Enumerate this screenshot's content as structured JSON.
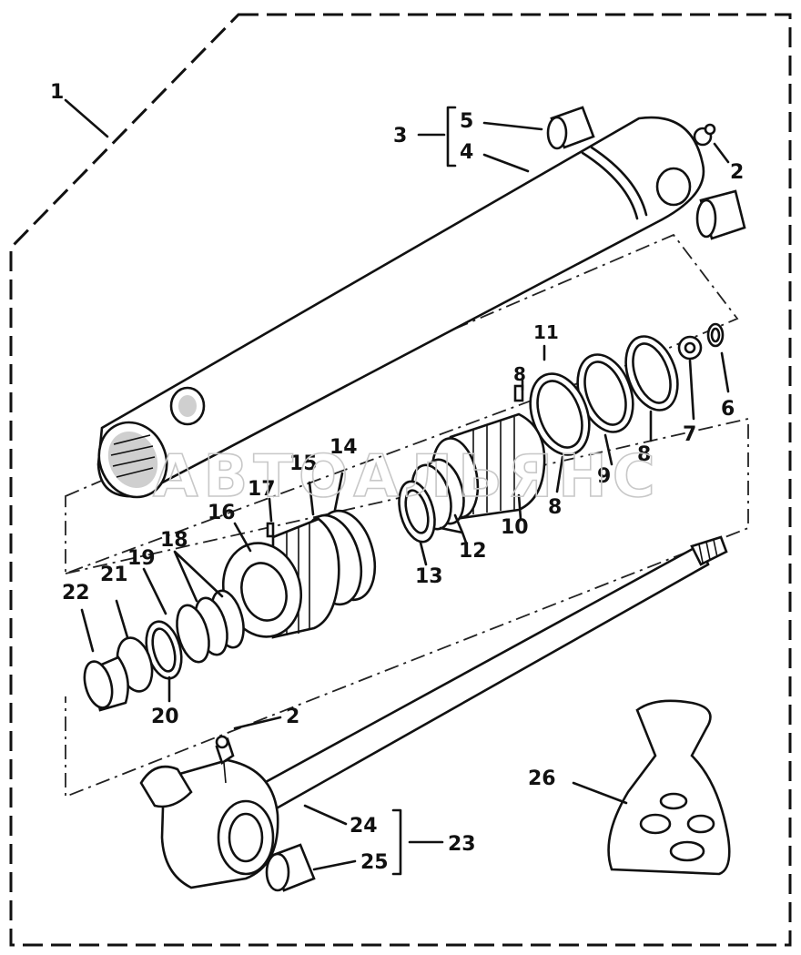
{
  "diagram": {
    "labels": {
      "l1": "1",
      "l2a": "2",
      "l2b": "2",
      "l3": "3",
      "l4": "4",
      "l5": "5",
      "l6": "6",
      "l7": "7",
      "l8a": "8",
      "l8b": "8",
      "l8c": "8",
      "l9": "9",
      "l10": "10",
      "l11": "11",
      "l12": "12",
      "l13": "13",
      "l14": "14",
      "l15": "15",
      "l16": "16",
      "l17": "17",
      "l18": "18",
      "l19": "19",
      "l20": "20",
      "l21": "21",
      "l22": "22",
      "l23": "23",
      "l24": "24",
      "l25": "25",
      "l26": "26"
    },
    "watermark": "АВТОАЛЬЯНС"
  }
}
